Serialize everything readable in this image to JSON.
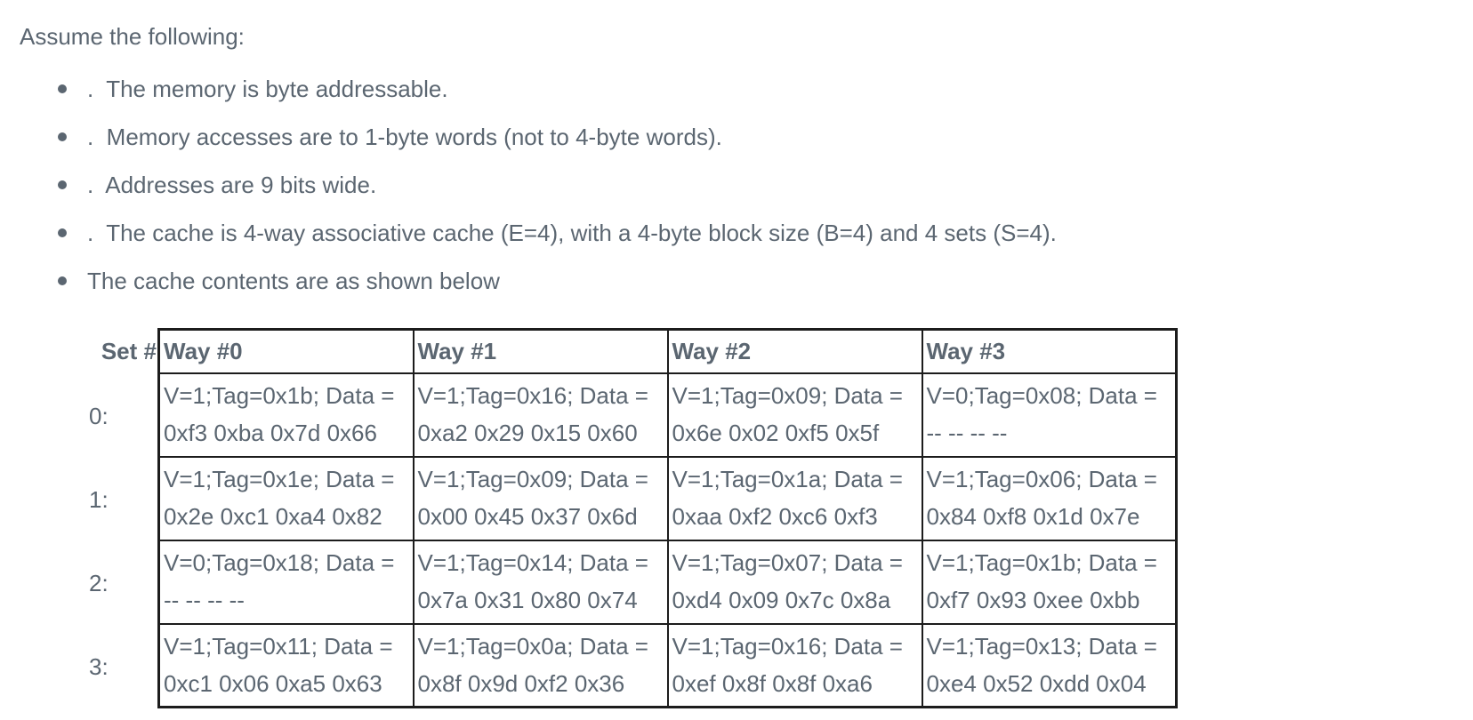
{
  "intro": "Assume the following:",
  "bullets": [
    ".  The memory is byte addressable.",
    ".  Memory accesses are to 1-byte words (not to 4-byte words).",
    ".  Addresses are 9 bits wide.",
    ".  The cache is 4-way associative cache (E=4), with a 4-byte block size (B=4) and 4 sets (S=4).",
    "The cache contents are as shown below"
  ],
  "table": {
    "set_header": "Set #",
    "way_headers": [
      "Way #0",
      "Way #1",
      "Way #2",
      "Way #3"
    ],
    "rows": [
      {
        "set": "0:",
        "cells": [
          {
            "line1": "V=1;Tag=0x1b; Data =",
            "line2": "0xf3 0xba 0x7d 0x66"
          },
          {
            "line1": "V=1;Tag=0x16; Data =",
            "line2": "0xa2 0x29 0x15 0x60"
          },
          {
            "line1": "V=1;Tag=0x09; Data =",
            "line2": "0x6e 0x02 0xf5 0x5f"
          },
          {
            "line1": "V=0;Tag=0x08; Data =",
            "line2": "-- -- -- --"
          }
        ]
      },
      {
        "set": "1:",
        "cells": [
          {
            "line1": "V=1;Tag=0x1e; Data =",
            "line2": "0x2e 0xc1 0xa4 0x82"
          },
          {
            "line1": "V=1;Tag=0x09; Data =",
            "line2": "0x00 0x45 0x37 0x6d"
          },
          {
            "line1": "V=1;Tag=0x1a; Data =",
            "line2": "0xaa 0xf2 0xc6 0xf3"
          },
          {
            "line1": "V=1;Tag=0x06; Data =",
            "line2": "0x84 0xf8 0x1d 0x7e"
          }
        ]
      },
      {
        "set": "2:",
        "cells": [
          {
            "line1": "V=0;Tag=0x18; Data =",
            "line2": "-- -- -- --"
          },
          {
            "line1": "V=1;Tag=0x14; Data =",
            "line2": "0x7a 0x31 0x80 0x74"
          },
          {
            "line1": "V=1;Tag=0x07; Data =",
            "line2": "0xd4 0x09 0x7c 0x8a"
          },
          {
            "line1": "V=1;Tag=0x1b; Data =",
            "line2": "0xf7 0x93 0xee 0xbb"
          }
        ]
      },
      {
        "set": "3:",
        "cells": [
          {
            "line1": "V=1;Tag=0x11; Data =",
            "line2": "0xc1 0x06 0xa5 0x63"
          },
          {
            "line1": "V=1;Tag=0x0a; Data =",
            "line2": "0x8f 0x9d 0xf2 0x36"
          },
          {
            "line1": "V=1;Tag=0x16; Data =",
            "line2": "0xef 0x8f 0x8f 0xa6"
          },
          {
            "line1": "V=1;Tag=0x13; Data =",
            "line2": "0xe4 0x52 0xdd 0x04"
          }
        ]
      }
    ]
  },
  "colors": {
    "text": "#5b6671",
    "border": "#1c1c1c",
    "background": "#ffffff"
  }
}
